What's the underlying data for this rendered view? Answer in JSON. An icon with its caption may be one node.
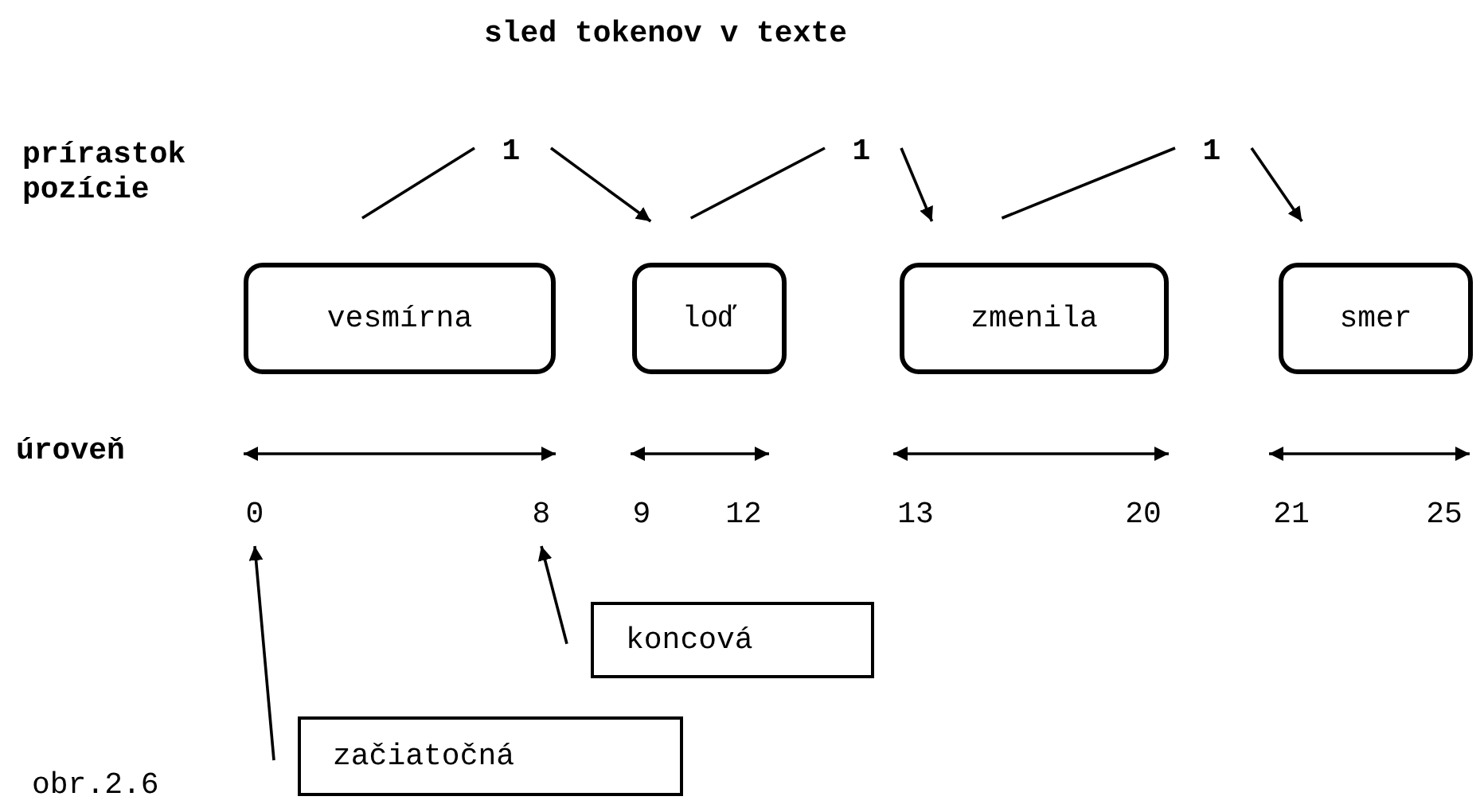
{
  "diagram": {
    "title": "sled tokenov v texte",
    "caption": "obr.2.6",
    "nodes": [
      {
        "text": [
          "vesmírna"
        ]
      },
      {
        "text": [
          "loď"
        ]
      },
      {
        "text": [
          "zmenila"
        ]
      },
      {
        "text": [
          "smer"
        ]
      },
      {
        "text": [
          "1"
        ]
      },
      {
        "text": [
          "1"
        ]
      },
      {
        "text": [
          "1"
        ]
      },
      {
        "text": [
          "0"
        ]
      },
      {
        "text": [
          "8"
        ]
      },
      {
        "text": [
          "9"
        ]
      },
      {
        "text": [
          "12"
        ]
      },
      {
        "text": [
          "13"
        ]
      },
      {
        "text": [
          "20"
        ]
      },
      {
        "text": [
          "21"
        ]
      },
      {
        "text": [
          "25"
        ]
      },
      {
        "text": [
          "koncová"
        ]
      },
      {
        "text": [
          "začiatočná"
        ]
      }
    ],
    "edges": [
      {
        "from": 0,
        "to": 4,
        "arrow": "none"
      },
      {
        "from": 4,
        "to": 1,
        "arrow": "to"
      },
      {
        "from": 1,
        "to": 5,
        "arrow": "none"
      },
      {
        "from": 5,
        "to": 2,
        "arrow": "to"
      },
      {
        "from": 2,
        "to": 6,
        "arrow": "none"
      },
      {
        "from": 6,
        "to": 3,
        "arrow": "to"
      },
      {
        "from": 7,
        "to": 8,
        "arrow": "both"
      },
      {
        "from": 9,
        "to": 10,
        "arrow": "both"
      },
      {
        "from": 11,
        "to": 12,
        "arrow": "both"
      },
      {
        "from": 13,
        "to": 14,
        "arrow": "both"
      },
      {
        "from": 15,
        "to": 8,
        "arrow": "to"
      },
      {
        "from": 16,
        "to": 7,
        "arrow": "to"
      }
    ],
    "labels": [
      "prírastok pozície",
      "úroveň"
    ]
  }
}
